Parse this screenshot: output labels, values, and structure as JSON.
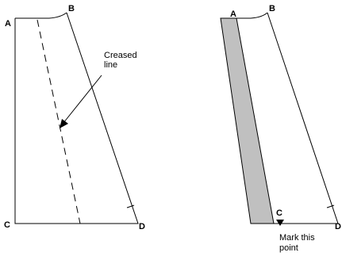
{
  "left_figure": {
    "points": {
      "a": "A",
      "b": "B",
      "c": "C",
      "d": "D"
    },
    "annotation": {
      "line1": "Creased",
      "line2": "line"
    }
  },
  "right_figure": {
    "points": {
      "a": "A",
      "b": "B",
      "c": "C",
      "d": "D"
    },
    "annotation": {
      "line1": "Mark this",
      "line2": "point"
    }
  },
  "colors": {
    "stroke": "#000000",
    "folded_strip": "#c0c0c0",
    "background": "#ffffff"
  }
}
